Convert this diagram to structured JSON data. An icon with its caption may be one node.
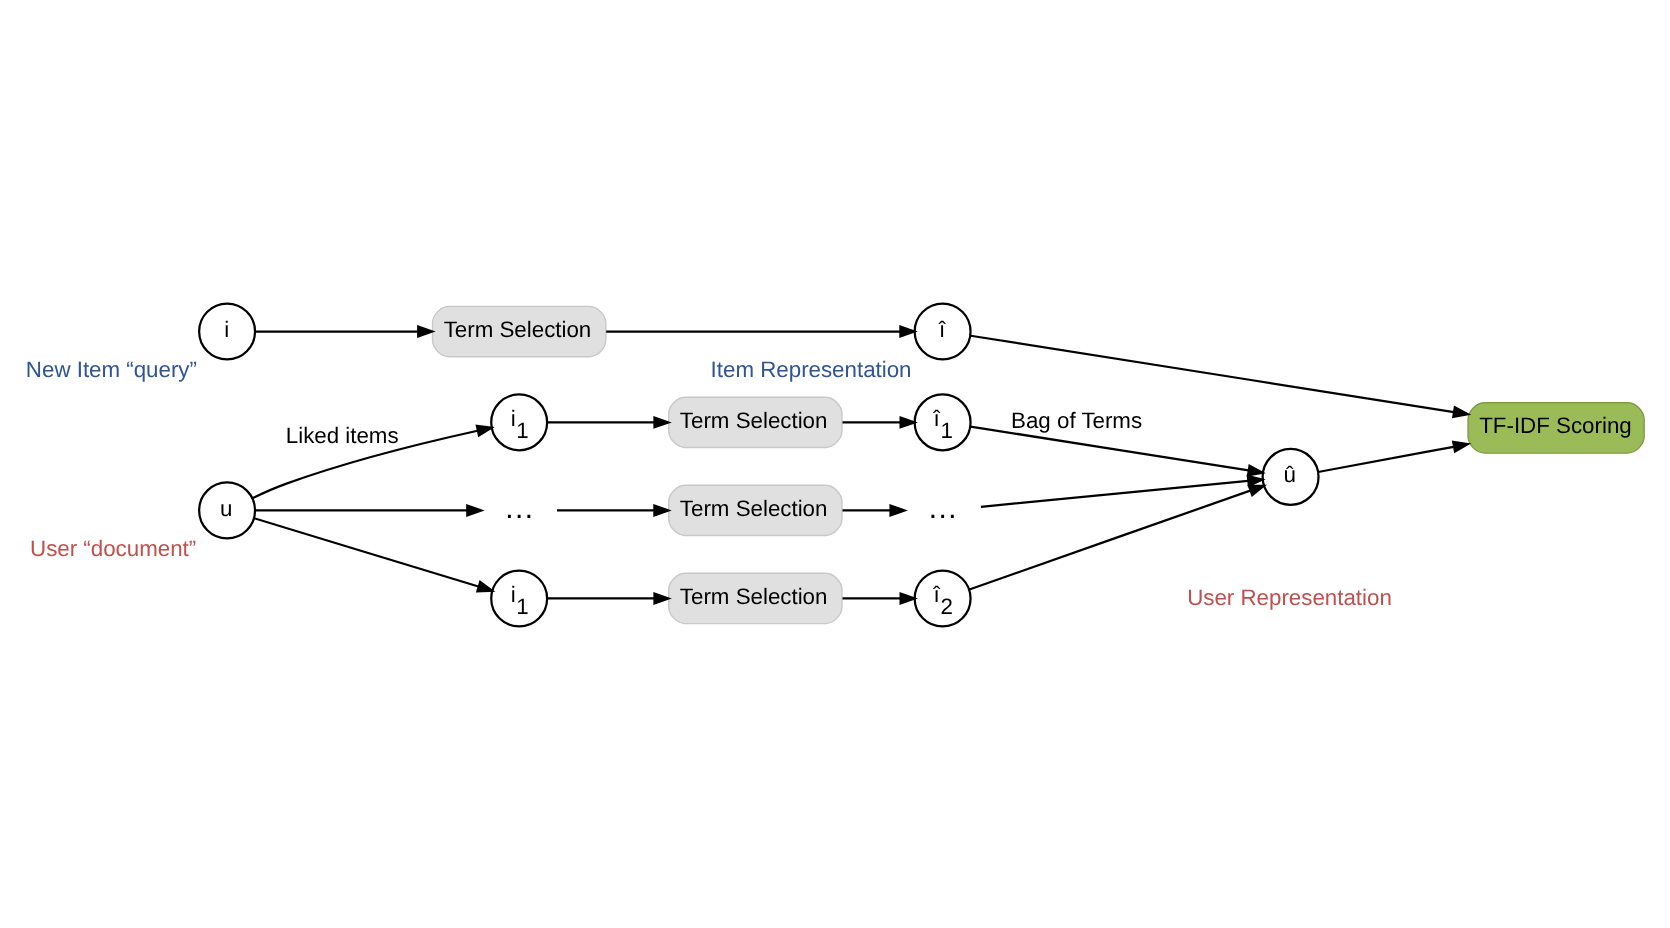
{
  "diagram": {
    "nodes": [
      {
        "text": [
          "i"
        ],
        "beside": [
          "New Item “query”"
        ]
      },
      {
        "text": [
          "Term Selection"
        ]
      },
      {
        "text": [
          "î"
        ],
        "beside": [
          "Item Representation"
        ]
      },
      {
        "text": [
          "TF-IDF Scoring"
        ]
      },
      {
        "text": [
          "u"
        ],
        "beside": [
          "User “document”"
        ]
      },
      {
        "text": [
          "i$_{1}$"
        ]
      },
      {
        "text": [
          "…"
        ]
      },
      {
        "text": [
          "i$_{1}$"
        ]
      },
      {
        "text": [
          "Term Selection"
        ]
      },
      {
        "text": [
          "Term Selection"
        ]
      },
      {
        "text": [
          "Term Selection"
        ]
      },
      {
        "text": [
          "î$_{1}$"
        ]
      },
      {
        "text": [
          "…"
        ]
      },
      {
        "text": [
          "î$_{2}$"
        ]
      },
      {
        "text": [
          "û"
        ],
        "beside": [
          "User Representation"
        ]
      }
    ],
    "edges": [
      {
        "from": 0,
        "to": 1,
        "arrow": "to"
      },
      {
        "from": 1,
        "to": 2,
        "arrow": "to"
      },
      {
        "from": 2,
        "to": 3,
        "arrow": "to"
      },
      {
        "from": 4,
        "to": 5,
        "arrow": "to",
        "label": "Liked items"
      },
      {
        "from": 4,
        "to": 6,
        "arrow": "to"
      },
      {
        "from": 4,
        "to": 7,
        "arrow": "to"
      },
      {
        "from": 5,
        "to": 8,
        "arrow": "to"
      },
      {
        "from": 6,
        "to": 9,
        "arrow": "to"
      },
      {
        "from": 7,
        "to": 10,
        "arrow": "to"
      },
      {
        "from": 8,
        "to": 11,
        "arrow": "to"
      },
      {
        "from": 9,
        "to": 12,
        "arrow": "to"
      },
      {
        "from": 10,
        "to": 13,
        "arrow": "to"
      },
      {
        "from": 11,
        "to": 14,
        "arrow": "to",
        "label": "Bag of Terms"
      },
      {
        "from": 12,
        "to": 14,
        "arrow": "to"
      },
      {
        "from": 13,
        "to": 14,
        "arrow": "to"
      },
      {
        "from": 14,
        "to": 3,
        "arrow": "to"
      }
    ]
  }
}
